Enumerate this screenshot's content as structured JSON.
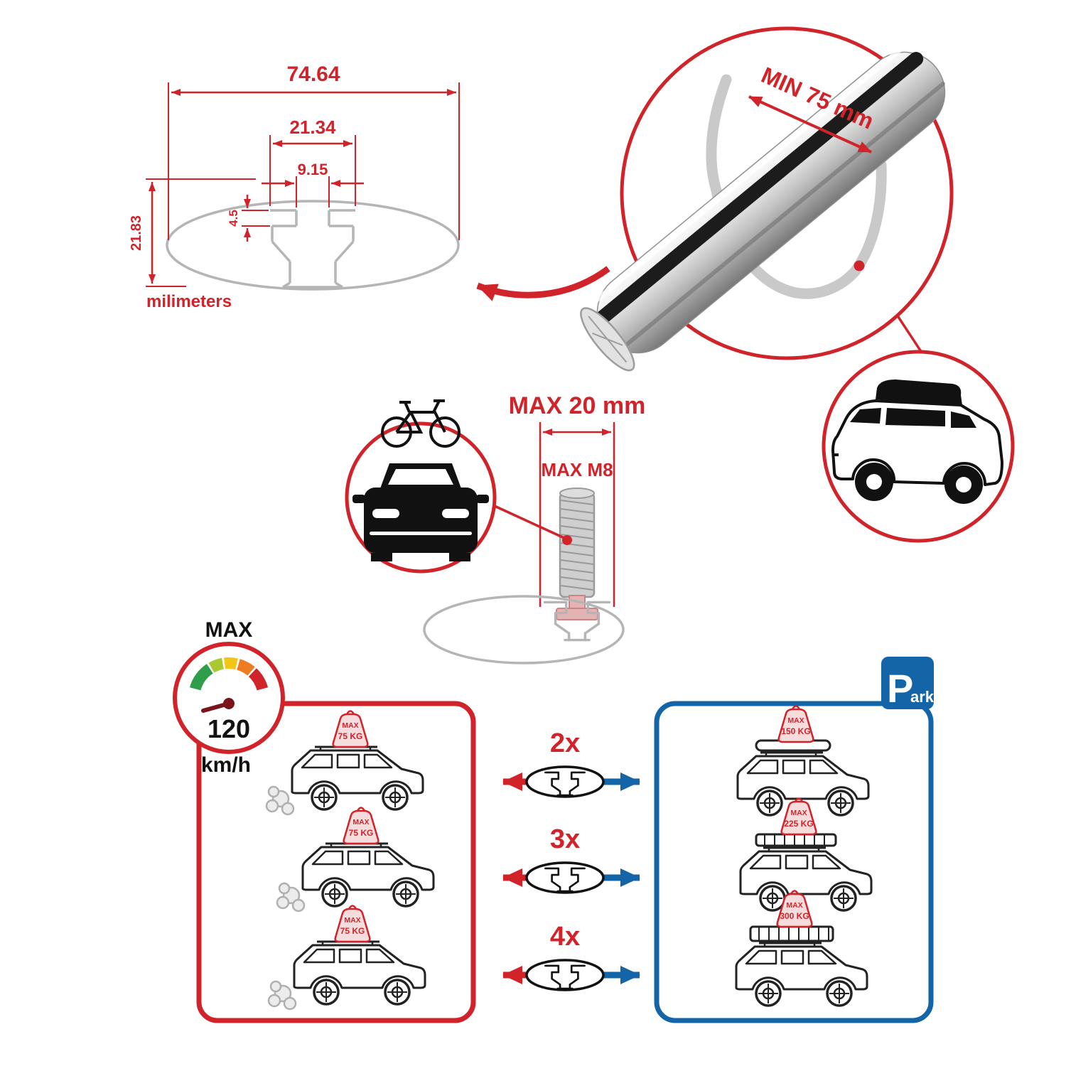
{
  "colors": {
    "accent_red": "#d1232a",
    "accent_blue": "#1465a8",
    "drawing_gray": "#b5b5b5",
    "gauge_palette": [
      "#2e9e4a",
      "#a9c92f",
      "#f3c517",
      "#ee7d22",
      "#d1232a"
    ]
  },
  "cross_section": {
    "total_width": "74.64",
    "channel_width": "21.34",
    "slot_width": "9.15",
    "lip_depth": "4.5",
    "total_height": "21.83",
    "units": "milimeters"
  },
  "bar_view": {
    "min_clamp_span": "MIN 75 mm"
  },
  "bolt_view": {
    "max_width": "MAX 20 mm",
    "max_thread": "MAX M8"
  },
  "speed_limit": {
    "label": "MAX",
    "value": "120",
    "units": "km/h"
  },
  "parking_sign": {
    "initial": "P",
    "suffix": "ark"
  },
  "rows": [
    {
      "multiplier": "2x",
      "driving": {
        "title": "MAX",
        "load": "75 KG"
      },
      "parked": {
        "title": "MAX",
        "load": "150 KG"
      }
    },
    {
      "multiplier": "3x",
      "driving": {
        "title": "MAX",
        "load": "75 KG"
      },
      "parked": {
        "title": "MAX",
        "load": "225 KG"
      }
    },
    {
      "multiplier": "4x",
      "driving": {
        "title": "MAX",
        "load": "75 KG"
      },
      "parked": {
        "title": "MAX",
        "load": "300 KG"
      }
    }
  ]
}
